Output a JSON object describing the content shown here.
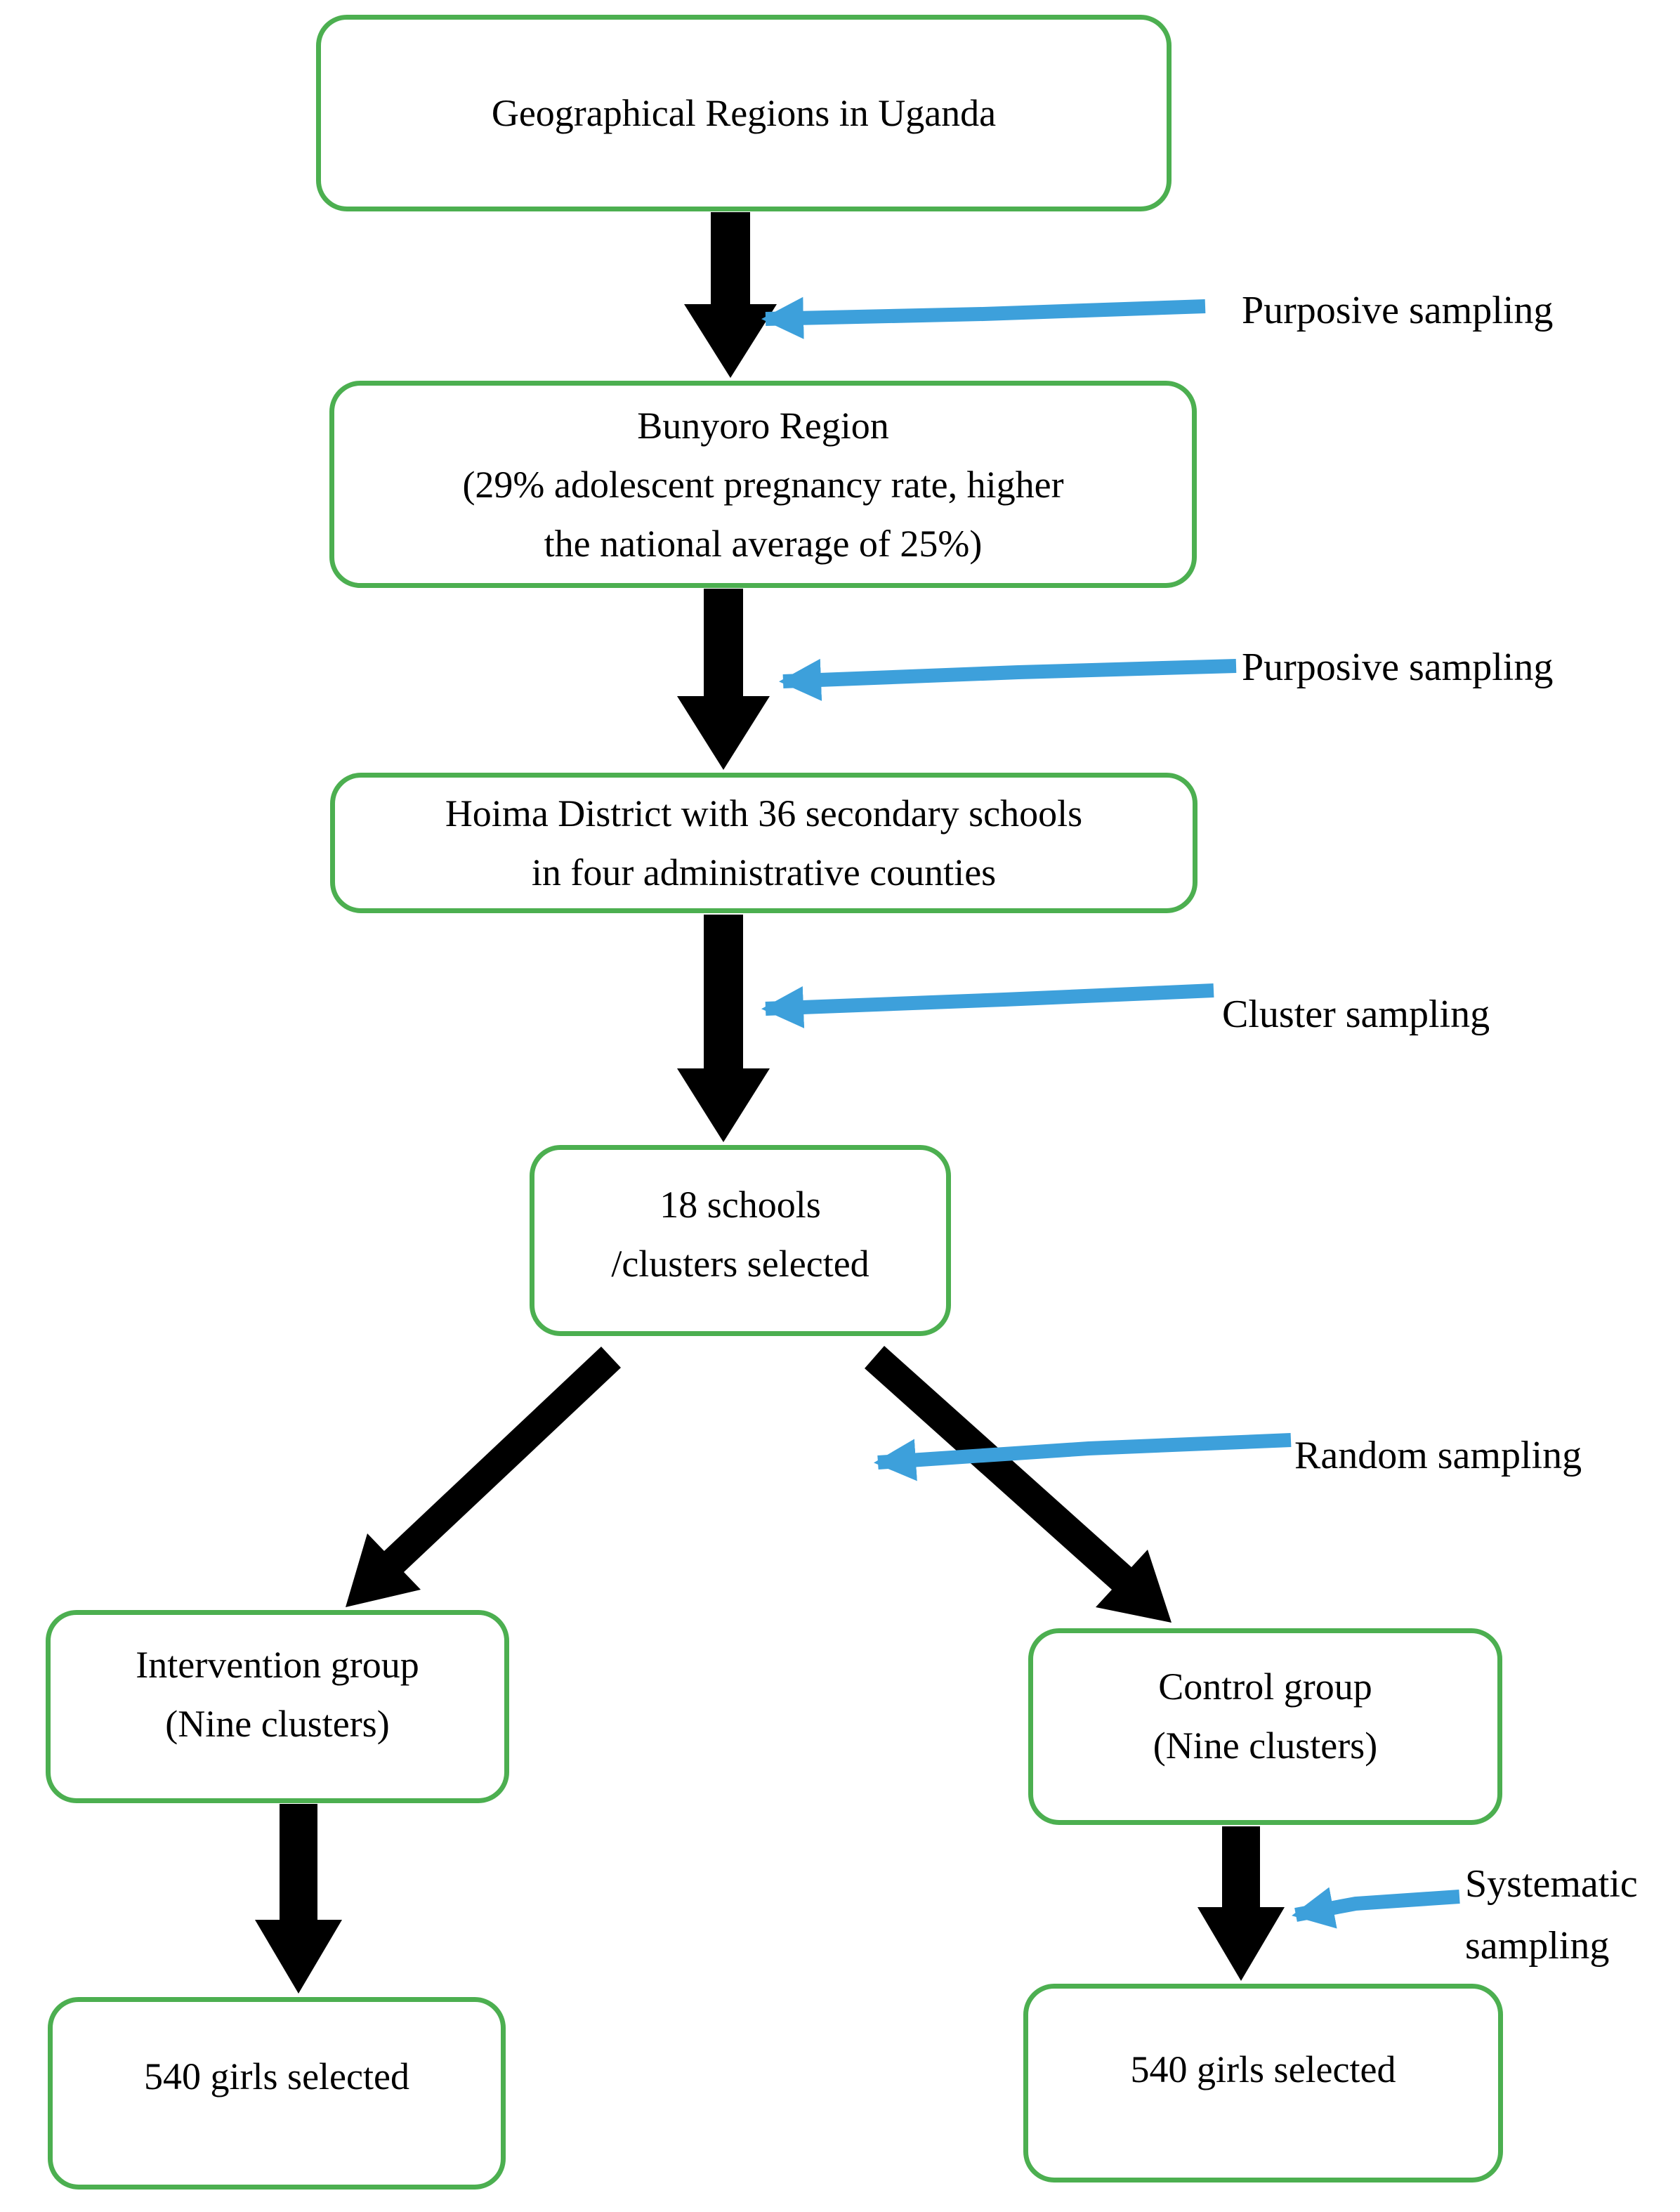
{
  "diagram": {
    "nodes": {
      "regions": {
        "lines": [
          "Geographical Regions in Uganda"
        ]
      },
      "bunyoro": {
        "lines": [
          "Bunyoro Region",
          "(29% adolescent pregnancy rate, higher",
          "the national average of 25%)"
        ]
      },
      "hoima": {
        "lines": [
          "Hoima District with 36 secondary schools",
          "in four administrative counties"
        ]
      },
      "schools": {
        "lines": [
          "18 schools",
          "/clusters selected"
        ]
      },
      "intervention": {
        "lines": [
          "Intervention group",
          "(Nine clusters)"
        ]
      },
      "control": {
        "lines": [
          "Control group",
          "(Nine clusters)"
        ]
      },
      "intervention_girls": {
        "lines": [
          "540 girls selected"
        ]
      },
      "control_girls": {
        "lines": [
          "540 girls selected"
        ]
      }
    },
    "annotations": {
      "purposive_1": "Purposive sampling",
      "purposive_2": "Purposive sampling",
      "cluster": "Cluster sampling",
      "random": "Random sampling",
      "systematic": {
        "line1": "Systematic",
        "line2": "sampling"
      }
    },
    "colors": {
      "node_border": "#4CAF50",
      "annotation_arrow": "#3DA0DB",
      "flow_arrow": "#000000",
      "text": "#000000",
      "background": "#FFFFFF"
    }
  }
}
